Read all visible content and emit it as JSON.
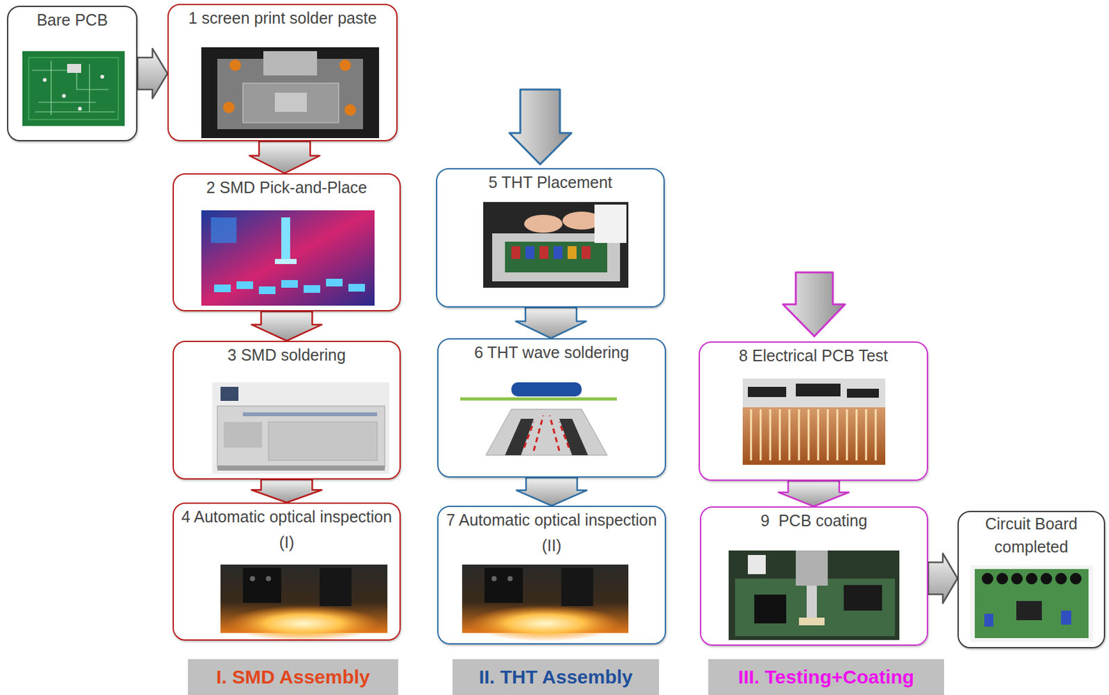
{
  "diagram": {
    "nodes": [
      {
        "text": [
          "Bare PCB"
        ]
      },
      {
        "text": [
          "1 screen print solder paste"
        ]
      },
      {
        "text": [
          "2 SMD Pick-and-Place"
        ]
      },
      {
        "text": [
          "3 SMD soldering"
        ]
      },
      {
        "text": [
          "4 Automatic optical inspection (I)"
        ]
      },
      {
        "text": [
          "5 THT Placement"
        ]
      },
      {
        "text": [
          "6 THT wave soldering"
        ]
      },
      {
        "text": [
          "7 Automatic optical inspection (II)"
        ]
      },
      {
        "text": [
          "8 Electrical PCB Test"
        ]
      },
      {
        "text": [
          "9  PCB coating"
        ]
      },
      {
        "text": [
          "Circuit Board completed"
        ]
      },
      {
        "text": [
          "I. SMD Assembly"
        ]
      },
      {
        "text": [
          "II. THT Assembly"
        ]
      },
      {
        "text": [
          "III. Testing+Coating"
        ]
      }
    ],
    "edges": [
      {
        "from": 0,
        "to": 1,
        "arrow": "to"
      },
      {
        "from": 1,
        "to": 2,
        "arrow": "to"
      },
      {
        "from": 2,
        "to": 3,
        "arrow": "to"
      },
      {
        "from": 3,
        "to": 4,
        "arrow": "to"
      },
      {
        "from": 5,
        "to": 6,
        "arrow": "to"
      },
      {
        "from": 6,
        "to": 7,
        "arrow": "to"
      },
      {
        "from": 8,
        "to": 9,
        "arrow": "to"
      },
      {
        "from": 9,
        "to": 10,
        "arrow": "to"
      }
    ]
  }
}
